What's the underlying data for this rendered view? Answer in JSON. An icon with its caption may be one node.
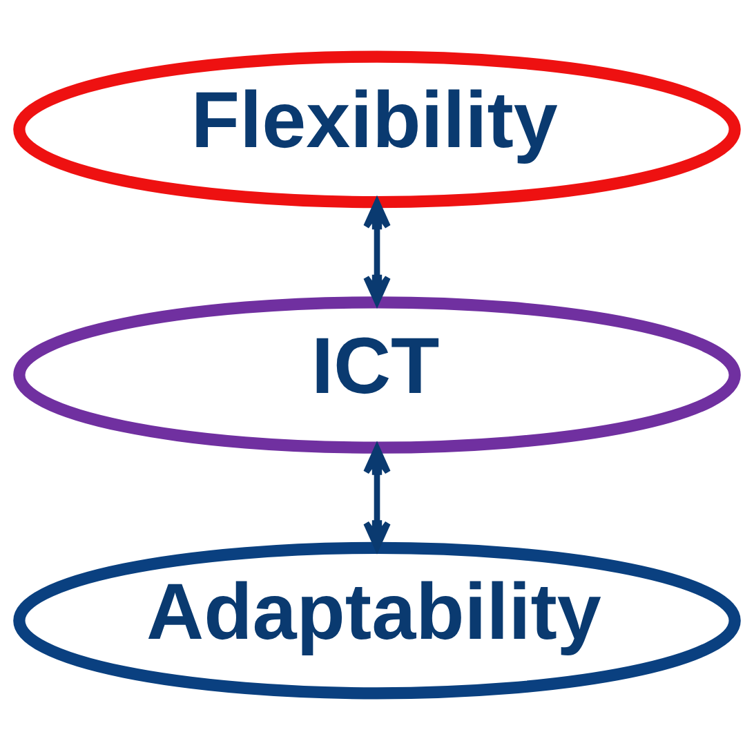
{
  "diagram": {
    "nodes": [
      {
        "text": [
          "Flexibility"
        ]
      },
      {
        "text": [
          "ICT"
        ]
      },
      {
        "text": [
          "Adaptability"
        ]
      }
    ],
    "edges": [
      {
        "from": 0,
        "to": 1,
        "arrow": "both"
      },
      {
        "from": 1,
        "to": 2,
        "arrow": "both"
      }
    ]
  }
}
